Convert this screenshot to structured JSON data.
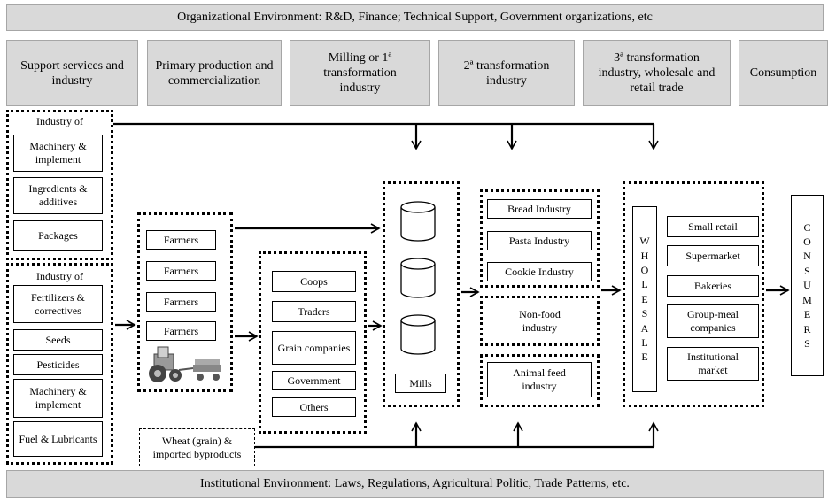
{
  "environment": {
    "top": "Organizational Environment: R&D, Finance; Technical Support, Government organizations, etc",
    "bottom": "Institutional Environment: Laws, Regulations, Agricultural Politic, Trade Patterns, etc."
  },
  "stages": [
    "Support services and industry",
    "Primary production and commercialization",
    "Milling or 1ª transformation industry",
    "2ª transformation industry",
    "3ª transformation industry, wholesale and retail trade",
    "Consumption"
  ],
  "support_industry_a": {
    "title": "Industry of",
    "items": [
      "Machinery & implement",
      "Ingredients & additives",
      "Packages"
    ]
  },
  "support_industry_b": {
    "title": "Industry of",
    "items": [
      "Fertilizers & correctives",
      "Seeds",
      "Pesticides",
      "Machinery & implement",
      "Fuel & Lubricants"
    ]
  },
  "farmers": [
    "Farmers",
    "Farmers",
    "Farmers",
    "Farmers"
  ],
  "commercialization": [
    "Coops",
    "Traders",
    "Grain companies",
    "Government",
    "Others"
  ],
  "mills_label": "Mills",
  "second_transformation": {
    "food": [
      "Bread Industry",
      "Pasta Industry",
      "Cookie Industry"
    ],
    "nonfood": "Non-food industry",
    "feed": "Animal feed industry"
  },
  "wholesale": "WHOLESALE",
  "retail": [
    "Small retail",
    "Supermarket",
    "Bakeries",
    "Group-meal companies",
    "Institutional market"
  ],
  "consumers": "CONSUMERS",
  "wheat_box": "Wheat (grain) & imported byproducts"
}
